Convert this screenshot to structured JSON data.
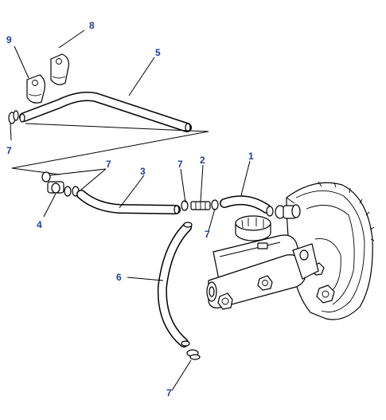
{
  "diagram": {
    "callouts": {
      "c1": "1",
      "c2": "2",
      "c3": "3",
      "c4": "4",
      "c5": "5",
      "c6": "6",
      "c7a": "7",
      "c7b": "7",
      "c7c": "7",
      "c7d": "7",
      "c7e": "7",
      "c8": "8",
      "c9": "9"
    }
  }
}
